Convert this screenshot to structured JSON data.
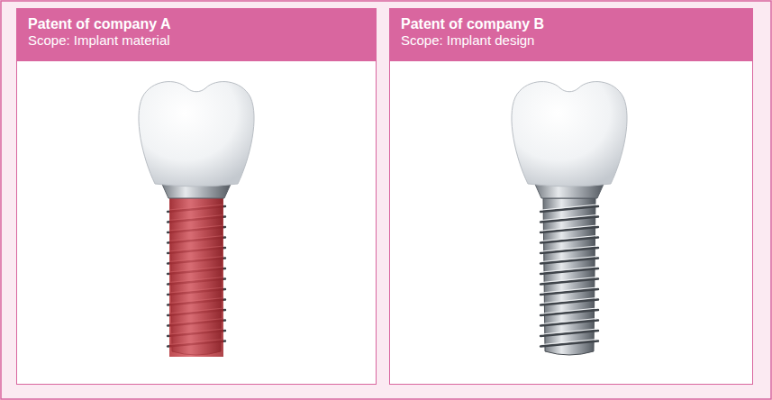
{
  "diagram": {
    "nodes": [
      {
        "text": [
          "Patent of company A",
          "Scope: Implant material"
        ]
      },
      {
        "text": [
          "Patent of company B",
          "Scope: Implant design"
        ]
      }
    ]
  }
}
